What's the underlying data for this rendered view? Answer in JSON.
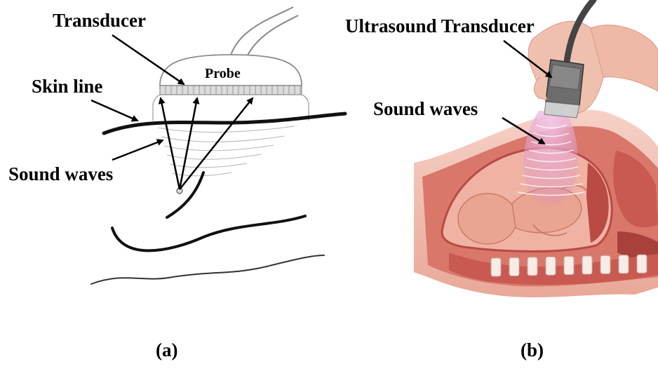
{
  "panel_a": {
    "labels": {
      "transducer": "Transducer",
      "probe": "Probe",
      "skin_line": "Skin line",
      "sound_waves": "Sound waves"
    },
    "caption": "(a)"
  },
  "panel_b": {
    "labels": {
      "ultrasound_transducer": "Ultrasound Transducer",
      "sound_waves": "Sound waves"
    },
    "caption": "(b)"
  },
  "colors": {
    "line": "#000000",
    "skin": "#f2c2b4",
    "tissue": "#d9776b",
    "muscle": "#b94a44",
    "fetus": "#e9a08e",
    "wave": "#e7a6d3",
    "probe_body": "#7a7a7a"
  }
}
